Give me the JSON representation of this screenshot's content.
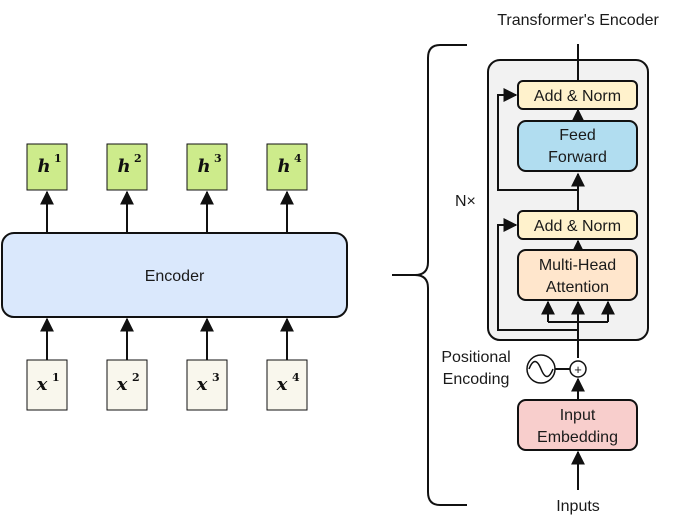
{
  "left": {
    "encoder_label": "Encoder",
    "outputs": [
      {
        "base": "h",
        "index": "1"
      },
      {
        "base": "h",
        "index": "2"
      },
      {
        "base": "h",
        "index": "3"
      },
      {
        "base": "h",
        "index": "4"
      }
    ],
    "inputs": [
      {
        "base": "x",
        "index": "1"
      },
      {
        "base": "x",
        "index": "2"
      },
      {
        "base": "x",
        "index": "3"
      },
      {
        "base": "x",
        "index": "4"
      }
    ]
  },
  "right": {
    "title": "Transformer's Encoder",
    "repeat_label": "N×",
    "add_norm_top": "Add & Norm",
    "feed_forward": [
      "Feed",
      "Forward"
    ],
    "add_norm_bottom": "Add & Norm",
    "multi_head": [
      "Multi-Head",
      "Attention"
    ],
    "positional_encoding": [
      "Positional",
      "Encoding"
    ],
    "plus_symbol": "+",
    "input_embedding": [
      "Input",
      "Embedding"
    ],
    "inputs_label": "Inputs"
  },
  "colors": {
    "green": "#cdeb8b",
    "beige": "#f9f7ed",
    "encoder_blue": "#dae8fc",
    "yellow": "#fff2cc",
    "light_blue": "#b1ddf0",
    "orange": "#ffe6cc",
    "red": "#f8cecc",
    "panel_gray": "#f2f2f2"
  }
}
